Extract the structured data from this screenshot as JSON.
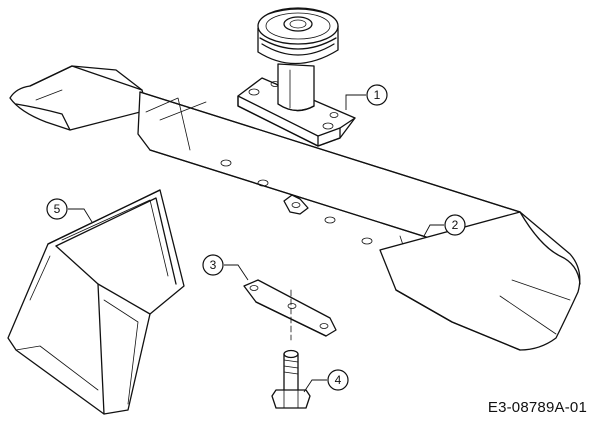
{
  "drawing_code": "E3-08789A-01",
  "callouts": [
    {
      "number": "1",
      "part": "spindle-pulley-housing"
    },
    {
      "number": "2",
      "part": "mower-blade"
    },
    {
      "number": "3",
      "part": "blade-adapter-plate"
    },
    {
      "number": "4",
      "part": "blade-bolt"
    },
    {
      "number": "5",
      "part": "mulching-deflector"
    }
  ]
}
